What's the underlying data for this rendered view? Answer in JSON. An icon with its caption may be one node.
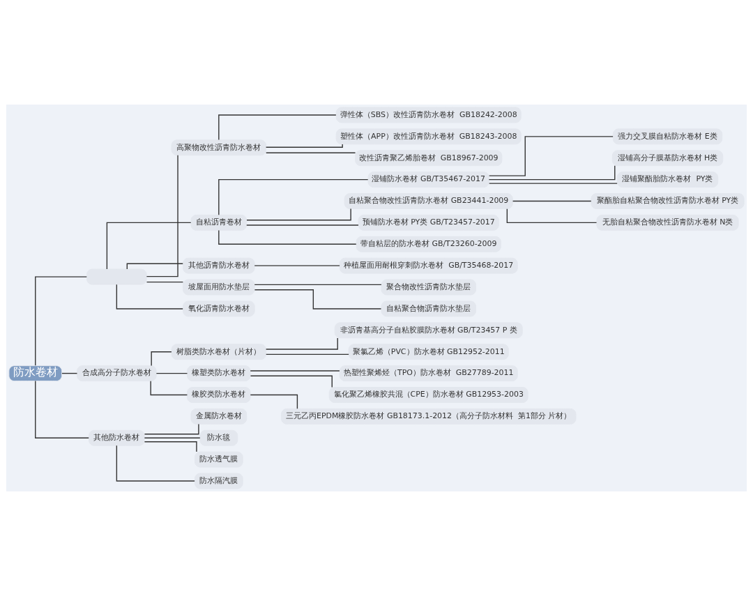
{
  "diagram": {
    "nodes": [
      {
        "text": [
          "防水卷材"
        ]
      },
      {
        "text": [],
        "shape": "box"
      },
      {
        "text": [
          "高聚物改性沥青防水卷材"
        ]
      },
      {
        "text": [
          "弹性体（SBS）改性沥青防水卷材  GB18242-2008"
        ]
      },
      {
        "text": [
          "塑性体（APP）改性沥青防水卷材  GB18243-2008"
        ]
      },
      {
        "text": [
          "改性沥青聚乙烯胎卷材  GB18967-2009"
        ]
      },
      {
        "text": [
          "自粘沥青卷材"
        ]
      },
      {
        "text": [
          "湿铺防水卷材 GB/T35467-2017"
        ]
      },
      {
        "text": [
          "强力交叉膜自粘防水卷材 E类"
        ]
      },
      {
        "text": [
          "湿铺高分子膜基防水卷材 H类"
        ]
      },
      {
        "text": [
          "湿铺聚酯胎防水卷材  PY类"
        ]
      },
      {
        "text": [
          "自粘聚合物改性沥青防水卷材 GB23441-2009"
        ]
      },
      {
        "text": [
          "聚酯胎自粘聚合物改性沥青防水卷材 PY类"
        ]
      },
      {
        "text": [
          "无胎自粘聚合物改性沥青防水卷材 N类"
        ]
      },
      {
        "text": [
          "预铺防水卷材 PY类 GB/T23457-2017"
        ]
      },
      {
        "text": [
          "带自粘层的防水卷材 GB/T23260-2009"
        ]
      },
      {
        "text": [
          "其他沥青防水卷材"
        ]
      },
      {
        "text": [
          "种植屋面用耐根穿刺防水卷材  GB/T35468-2017"
        ]
      },
      {
        "text": [
          "坡屋面用防水垫层"
        ]
      },
      {
        "text": [
          "聚合物改性沥青防水垫层"
        ]
      },
      {
        "text": [
          "自粘聚合物沥青防水垫层"
        ]
      },
      {
        "text": [
          "氧化沥青防水卷材"
        ]
      },
      {
        "text": [
          "合成高分子防水卷材"
        ]
      },
      {
        "text": [
          "树脂类防水卷材（片材）"
        ]
      },
      {
        "text": [
          "非沥青基高分子自粘胶膜防水卷材 GB/T23457 P 类"
        ]
      },
      {
        "text": [
          "聚氯乙烯（PVC）防水卷材 GB12952-2011"
        ]
      },
      {
        "text": [
          "橡塑类防水卷材"
        ]
      },
      {
        "text": [
          "热塑性聚烯烃（TPO）防水卷材  GB27789-2011"
        ]
      },
      {
        "text": [
          "氯化聚乙烯橡胶共混（CPE）防水卷材 GB12953-2003"
        ]
      },
      {
        "text": [
          "橡胶类防水卷材"
        ]
      },
      {
        "text": [
          "三元乙丙EPDM橡胶防水卷材 GB18173.1-2012（高分子防水材料  第1部分 片材）"
        ]
      },
      {
        "text": [
          "其他防水卷材"
        ]
      },
      {
        "text": [
          "金属防水卷材"
        ]
      },
      {
        "text": [
          "防水毯"
        ]
      },
      {
        "text": [
          "防水透气膜"
        ]
      },
      {
        "text": [
          "防水隔汽膜"
        ]
      }
    ],
    "edges": [
      {
        "from": 0,
        "to": 1,
        "arrow": "none"
      },
      {
        "from": 1,
        "to": 2,
        "arrow": "none"
      },
      {
        "from": 2,
        "to": 3,
        "arrow": "none"
      },
      {
        "from": 2,
        "to": 4,
        "arrow": "none"
      },
      {
        "from": 2,
        "to": 5,
        "arrow": "none"
      },
      {
        "from": 1,
        "to": 6,
        "arrow": "none"
      },
      {
        "from": 6,
        "to": 7,
        "arrow": "none"
      },
      {
        "from": 7,
        "to": 8,
        "arrow": "none"
      },
      {
        "from": 7,
        "to": 9,
        "arrow": "none"
      },
      {
        "from": 7,
        "to": 10,
        "arrow": "none"
      },
      {
        "from": 6,
        "to": 11,
        "arrow": "none"
      },
      {
        "from": 11,
        "to": 12,
        "arrow": "none"
      },
      {
        "from": 11,
        "to": 13,
        "arrow": "none"
      },
      {
        "from": 6,
        "to": 14,
        "arrow": "none"
      },
      {
        "from": 6,
        "to": 15,
        "arrow": "none"
      },
      {
        "from": 1,
        "to": 16,
        "arrow": "none"
      },
      {
        "from": 16,
        "to": 17,
        "arrow": "none"
      },
      {
        "from": 1,
        "to": 18,
        "arrow": "none"
      },
      {
        "from": 18,
        "to": 19,
        "arrow": "none"
      },
      {
        "from": 18,
        "to": 20,
        "arrow": "none"
      },
      {
        "from": 1,
        "to": 21,
        "arrow": "none"
      },
      {
        "from": 0,
        "to": 22,
        "arrow": "none"
      },
      {
        "from": 22,
        "to": 23,
        "arrow": "none"
      },
      {
        "from": 23,
        "to": 24,
        "arrow": "none"
      },
      {
        "from": 23,
        "to": 25,
        "arrow": "none"
      },
      {
        "from": 22,
        "to": 26,
        "arrow": "none"
      },
      {
        "from": 26,
        "to": 27,
        "arrow": "none"
      },
      {
        "from": 26,
        "to": 28,
        "arrow": "none"
      },
      {
        "from": 22,
        "to": 29,
        "arrow": "none"
      },
      {
        "from": 29,
        "to": 30,
        "arrow": "none"
      },
      {
        "from": 0,
        "to": 31,
        "arrow": "none"
      },
      {
        "from": 31,
        "to": 32,
        "arrow": "none"
      },
      {
        "from": 31,
        "to": 33,
        "arrow": "none"
      },
      {
        "from": 31,
        "to": 34,
        "arrow": "none"
      },
      {
        "from": 31,
        "to": 35,
        "arrow": "none"
      }
    ]
  }
}
